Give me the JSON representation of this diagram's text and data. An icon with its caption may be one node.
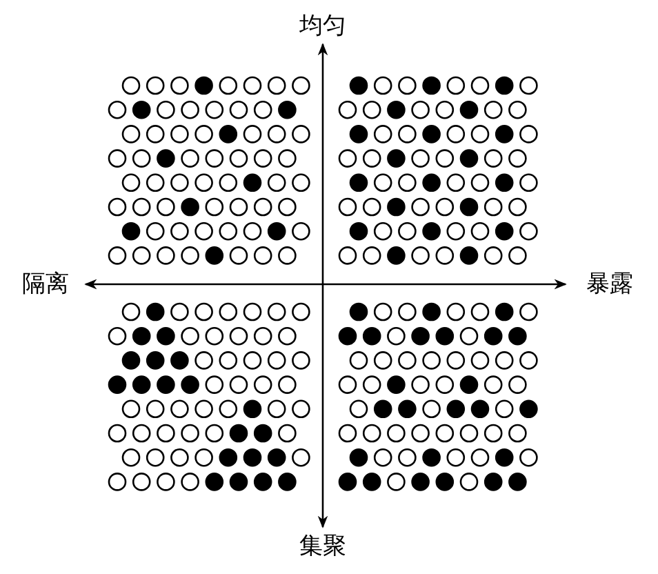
{
  "diagram": {
    "labels": [
      "均匀",
      "隔离",
      "暴露",
      "集聚"
    ]
  }
}
